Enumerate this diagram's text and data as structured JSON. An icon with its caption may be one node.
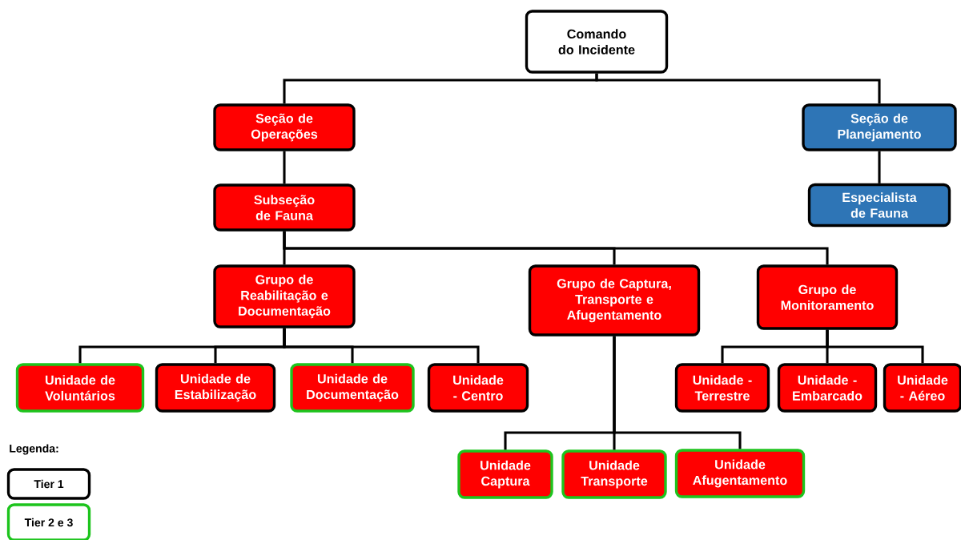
{
  "diagram": {
    "nodes": [
      {
        "text": [
          "Comando do Incidente"
        ]
      },
      {
        "text": [
          "Seção de Operações"
        ]
      },
      {
        "text": [
          "Seção de Planejamento"
        ]
      },
      {
        "text": [
          "Subseção de Fauna"
        ]
      },
      {
        "text": [
          "Especialista de Fauna"
        ]
      },
      {
        "text": [
          "Grupo de Reabilitação e Documentação"
        ]
      },
      {
        "text": [
          "Grupo de Captura, Transporte e Afugentamento"
        ]
      },
      {
        "text": [
          "Grupo de Monitoramento"
        ]
      },
      {
        "text": [
          "Unidade de Voluntários"
        ]
      },
      {
        "text": [
          "Unidade de Estabilização"
        ]
      },
      {
        "text": [
          "Unidade de Documentação"
        ]
      },
      {
        "text": [
          "Unidade - Centro"
        ]
      },
      {
        "text": [
          "Unidade - Terrestre"
        ]
      },
      {
        "text": [
          "Unidade - Embarcado"
        ]
      },
      {
        "text": [
          "Unidade - Aéreo"
        ]
      },
      {
        "text": [
          "Unidade Captura"
        ]
      },
      {
        "text": [
          "Unidade Transporte"
        ]
      },
      {
        "text": [
          "Unidade Afugentamento"
        ]
      }
    ],
    "edges": [
      {
        "from": 0,
        "to": 1,
        "arrow": "none"
      },
      {
        "from": 0,
        "to": 2,
        "arrow": "none"
      },
      {
        "from": 1,
        "to": 3,
        "arrow": "none"
      },
      {
        "from": 2,
        "to": 4,
        "arrow": "none"
      },
      {
        "from": 3,
        "to": 5,
        "arrow": "none"
      },
      {
        "from": 3,
        "to": 6,
        "arrow": "none"
      },
      {
        "from": 3,
        "to": 7,
        "arrow": "none"
      },
      {
        "from": 5,
        "to": 8,
        "arrow": "none"
      },
      {
        "from": 5,
        "to": 9,
        "arrow": "none"
      },
      {
        "from": 5,
        "to": 10,
        "arrow": "none"
      },
      {
        "from": 5,
        "to": 11,
        "arrow": "none"
      },
      {
        "from": 7,
        "to": 12,
        "arrow": "none"
      },
      {
        "from": 7,
        "to": 13,
        "arrow": "none"
      },
      {
        "from": 7,
        "to": 14,
        "arrow": "none"
      },
      {
        "from": 6,
        "to": 15,
        "arrow": "none"
      },
      {
        "from": 6,
        "to": 16,
        "arrow": "none"
      },
      {
        "from": 6,
        "to": 17,
        "arrow": "none"
      }
    ],
    "labels": [
      "Legenda:"
    ],
    "legend": [
      {
        "text": "Tier 1"
      },
      {
        "text": "Tier 2 e 3"
      }
    ]
  }
}
